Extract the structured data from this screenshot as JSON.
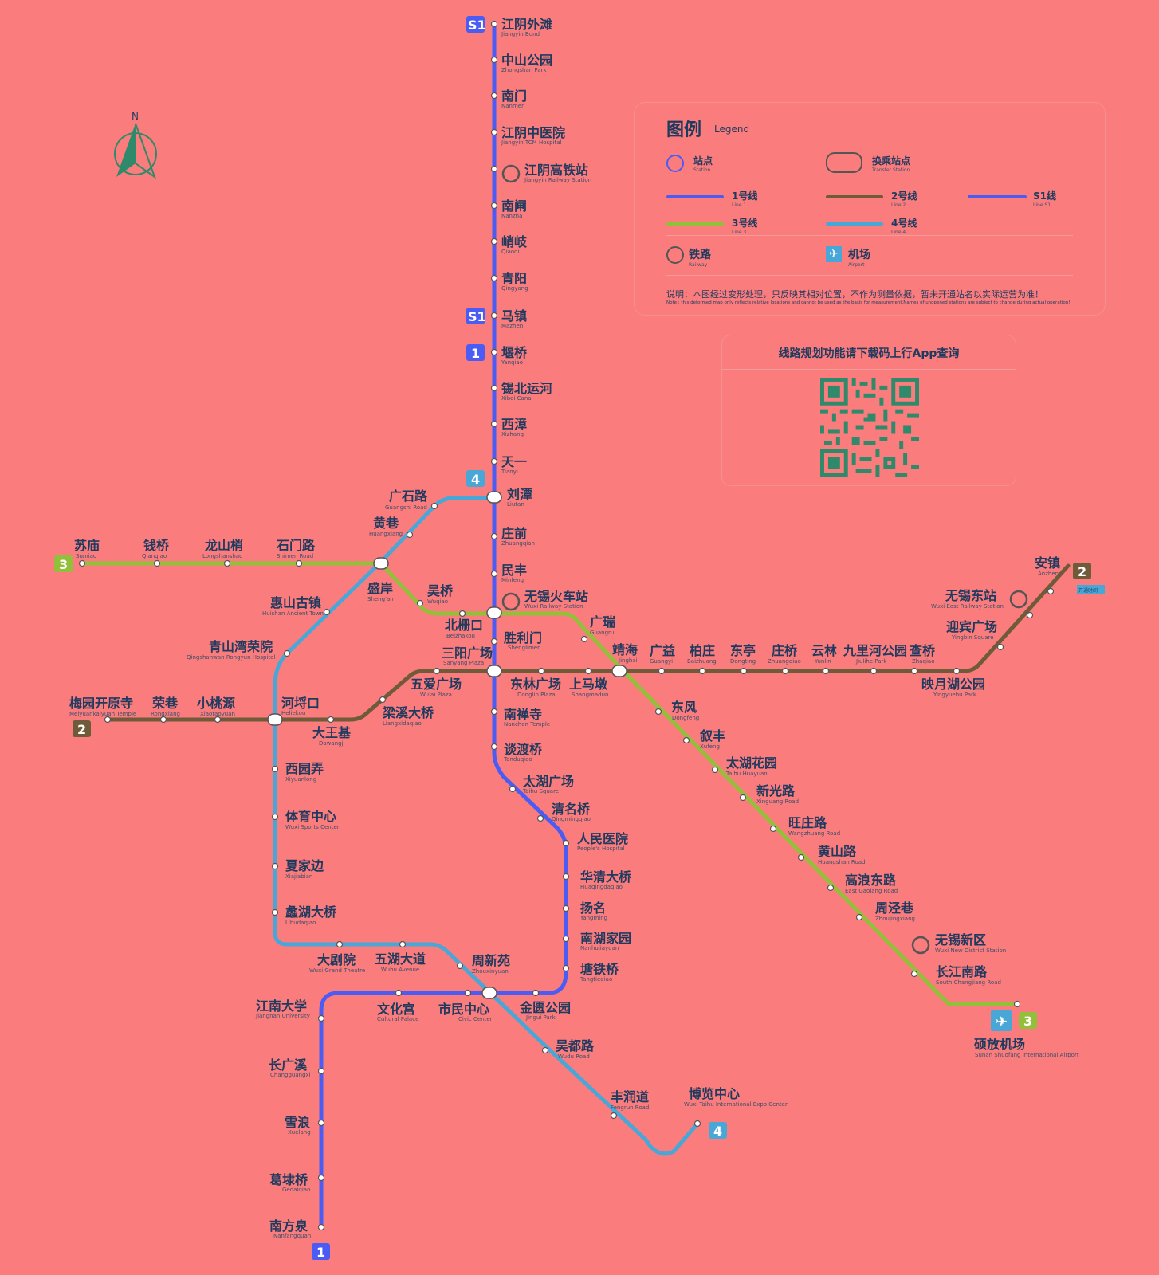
{
  "colors": {
    "line1": "#4a5cf3",
    "line2": "#6f5a3a",
    "line3": "#93c03a",
    "line4": "#49a7d8",
    "lineS1": "#4a5cf3",
    "background": "#fb7c7c"
  },
  "compass": {
    "label": "N"
  },
  "badges": {
    "s1_top": "S1",
    "s1_mid": "S1",
    "l1_mid": "1",
    "l4_top": "4",
    "l3_left": "3",
    "l2_right": "2",
    "l2_left": "2",
    "l3_right": "3",
    "l4_bottom": "4",
    "l1_bottom": "1"
  },
  "tag_anzhen": "开通时间",
  "stations": {
    "jiangyin_bund": {
      "zh": "江阴外滩",
      "en": "Jiangyin Bund"
    },
    "zhongshan_park": {
      "zh": "中山公园",
      "en": "Zhongshan Park"
    },
    "nanmen": {
      "zh": "南门",
      "en": "Nanmen"
    },
    "jiangyin_tcm": {
      "zh": "江阴中医院",
      "en": "Jiangyin TCM Hospital"
    },
    "jiangyin_rail": {
      "zh": "江阴高铁站",
      "en": "Jiangyin Railway Station"
    },
    "nanzha": {
      "zh": "南闸",
      "en": "Nanzha"
    },
    "qiaoqi": {
      "zh": "峭岐",
      "en": "Qiaoqi"
    },
    "qingyang": {
      "zh": "青阳",
      "en": "Qingyang"
    },
    "mazhen": {
      "zh": "马镇",
      "en": "Mazhen"
    },
    "yanqiao": {
      "zh": "堰桥",
      "en": "Yanqiao"
    },
    "xibei_canal": {
      "zh": "锡北运河",
      "en": "Xibei Canal"
    },
    "xizhang": {
      "zh": "西漳",
      "en": "Xizhang"
    },
    "tianyi": {
      "zh": "天一",
      "en": "Tianyi"
    },
    "liutan": {
      "zh": "刘潭",
      "en": "Liutan"
    },
    "zhuangqian": {
      "zh": "庄前",
      "en": "Zhuangqian"
    },
    "minfeng": {
      "zh": "民丰",
      "en": "Minfeng"
    },
    "wuxi_rail": {
      "zh": "无锡火车站",
      "en": "Wuxi Railway Station"
    },
    "shenglimen": {
      "zh": "胜利门",
      "en": "Shenglimen"
    },
    "sanyang": {
      "zh": "三阳广场",
      "en": "Sanyang Plaza"
    },
    "nanchan": {
      "zh": "南禅寺",
      "en": "Nanchan Temple"
    },
    "tandu": {
      "zh": "谈渡桥",
      "en": "Tanduqiao"
    },
    "taihu_sq": {
      "zh": "太湖广场",
      "en": "Taihu Square"
    },
    "qingming": {
      "zh": "清名桥",
      "en": "Qingmingqiao"
    },
    "peoples_hosp": {
      "zh": "人民医院",
      "en": "People's Hospital"
    },
    "huaqing": {
      "zh": "华清大桥",
      "en": "Huaqingdaqiao"
    },
    "yangming": {
      "zh": "扬名",
      "en": "Yangming"
    },
    "nanhu": {
      "zh": "南湖家园",
      "en": "Nanhujiayuan"
    },
    "tangtie": {
      "zh": "塘铁桥",
      "en": "Tangtieqiao"
    },
    "jingui": {
      "zh": "金匮公园",
      "en": "Jingui Park"
    },
    "civic": {
      "zh": "市民中心",
      "en": "Civic Center"
    },
    "cultural": {
      "zh": "文化宫",
      "en": "Cultural Palace"
    },
    "jiangnan": {
      "zh": "江南大学",
      "en": "Jiangnan University"
    },
    "changguang": {
      "zh": "长广溪",
      "en": "Changguangxi"
    },
    "xuelang": {
      "zh": "雪浪",
      "en": "Xuelang"
    },
    "gedai": {
      "zh": "葛埭桥",
      "en": "Gedaiqiao"
    },
    "nanfang": {
      "zh": "南方泉",
      "en": "Nanfangquan"
    },
    "guangshi": {
      "zh": "广石路",
      "en": "Guangshi Road"
    },
    "huangxiang": {
      "zh": "黄巷",
      "en": "Huangxiang"
    },
    "huishan": {
      "zh": "惠山古镇",
      "en": "Huishan Ancient Town"
    },
    "qingshanwan": {
      "zh": "青山湾荣院",
      "en": "Qingshanwan Rongyun Hospital"
    },
    "heliekou": {
      "zh": "河埒口",
      "en": "Heliekou"
    },
    "xiyuan": {
      "zh": "西园弄",
      "en": "Xiyuanlong"
    },
    "sports": {
      "zh": "体育中心",
      "en": "Wuxi Sports Center"
    },
    "xiajia": {
      "zh": "夏家边",
      "en": "Xiajiabian"
    },
    "lihu": {
      "zh": "蠡湖大桥",
      "en": "Lihudaqiao"
    },
    "grand_theatre": {
      "zh": "大剧院",
      "en": "Wuxi Grand Theatre"
    },
    "wuhu_ave": {
      "zh": "五湖大道",
      "en": "Wuhu Avenue"
    },
    "zhouxin": {
      "zh": "周新苑",
      "en": "Zhouxinyuan"
    },
    "wudu": {
      "zh": "吴都路",
      "en": "Wudu Road"
    },
    "fengrun": {
      "zh": "丰润道",
      "en": "Fengrun Road"
    },
    "expo": {
      "zh": "博览中心",
      "en": "Wuxi Taihu International Expo Center"
    },
    "sumiao": {
      "zh": "苏庙",
      "en": "Sumiao"
    },
    "qianqiao": {
      "zh": "钱桥",
      "en": "Qianqiao"
    },
    "longshan": {
      "zh": "龙山梢",
      "en": "Longshanshao"
    },
    "shimen": {
      "zh": "石门路",
      "en": "Shimen Road"
    },
    "shengan": {
      "zh": "盛岸",
      "en": "Sheng'an"
    },
    "wuqiao": {
      "zh": "吴桥",
      "en": "Wuqiao"
    },
    "beizha": {
      "zh": "北栅口",
      "en": "Beizhakou"
    },
    "guangrui": {
      "zh": "广瑞",
      "en": "Guangrui"
    },
    "jinghai": {
      "zh": "靖海",
      "en": "Jinghai"
    },
    "dongfeng": {
      "zh": "东风",
      "en": "Dongfeng"
    },
    "xufeng": {
      "zh": "叙丰",
      "en": "Xufeng"
    },
    "taihu_garden": {
      "zh": "太湖花园",
      "en": "Taihu Huayuan"
    },
    "xinguang": {
      "zh": "新光路",
      "en": "Xinguang Road"
    },
    "wangzhuang": {
      "zh": "旺庄路",
      "en": "Wangzhuang Road"
    },
    "huangshan": {
      "zh": "黄山路",
      "en": "Huangshan Road"
    },
    "gaolang_e": {
      "zh": "高浪东路",
      "en": "East Gaolang Road"
    },
    "zhoujing": {
      "zh": "周泾巷",
      "en": "Zhoujingxiang"
    },
    "new_district": {
      "zh": "无锡新区",
      "en": "Wuxi New District Station"
    },
    "changjiang_s": {
      "zh": "长江南路",
      "en": "South Changjiang Road"
    },
    "airport": {
      "zh": "硕放机场",
      "en": "Sunan Shuofang International Airport"
    },
    "meiyuan": {
      "zh": "梅园开原寺",
      "en": "Meiyuankaiyuan Temple"
    },
    "rongxiang": {
      "zh": "荣巷",
      "en": "Rongxiang"
    },
    "xiaotaoyuan": {
      "zh": "小桃源",
      "en": "Xiaotaoyuan"
    },
    "dawangji": {
      "zh": "大王基",
      "en": "Dawangji"
    },
    "liangxi": {
      "zh": "梁溪大桥",
      "en": "Liangxidaqiao"
    },
    "wuai": {
      "zh": "五爱广场",
      "en": "Wu'ai Plaza"
    },
    "donglin": {
      "zh": "东林广场",
      "en": "Donglin Plaza"
    },
    "shangmadun": {
      "zh": "上马墩",
      "en": "Shangmadun"
    },
    "guangyi": {
      "zh": "广益",
      "en": "Guangyi"
    },
    "baizhuang": {
      "zh": "柏庄",
      "en": "Baizhuang"
    },
    "dongting": {
      "zh": "东亭",
      "en": "Dongting"
    },
    "zhuangqiao": {
      "zh": "庄桥",
      "en": "Zhuangqiao"
    },
    "yunlin": {
      "zh": "云林",
      "en": "Yunlin"
    },
    "jiulihe": {
      "zh": "九里河公园",
      "en": "Jiulihe Park"
    },
    "zhaqiao": {
      "zh": "查桥",
      "en": "Zhaqiao"
    },
    "yingyuehu": {
      "zh": "映月湖公园",
      "en": "Yingyuehu Park"
    },
    "yingbin": {
      "zh": "迎宾广场",
      "en": "Yingbin Square"
    },
    "wuxi_east": {
      "zh": "无锡东站",
      "en": "Wuxi East Railway Station"
    },
    "anzhen": {
      "zh": "安镇",
      "en": "Anzhen"
    }
  },
  "legend": {
    "title": "图例",
    "title_en": "Legend",
    "station": {
      "zh": "站点",
      "en": "Station"
    },
    "transfer": {
      "zh": "换乘站点",
      "en": "Transfer Station"
    },
    "line1": {
      "zh": "1号线",
      "en": "Line 1"
    },
    "line2": {
      "zh": "2号线",
      "en": "Line 2"
    },
    "lineS1": {
      "zh": "S1线",
      "en": "Line S1"
    },
    "line3": {
      "zh": "3号线",
      "en": "Line 3"
    },
    "line4": {
      "zh": "4号线",
      "en": "Line 4"
    },
    "railway": {
      "zh": "铁路",
      "en": "Railway"
    },
    "airport": {
      "zh": "机场",
      "en": "Airport"
    },
    "note": "说明：本图经过变形处理，只反映其相对位置，不作为测量依据，暂未开通站名以实际运营为准！",
    "note_en": "Note : this deformed map only reflects relative locations and cannot be used as the basis for measurement.Names of unopened stations are subject to change during actual operation!"
  },
  "qr": {
    "title": "线路规划功能请下载码上行App查询"
  }
}
